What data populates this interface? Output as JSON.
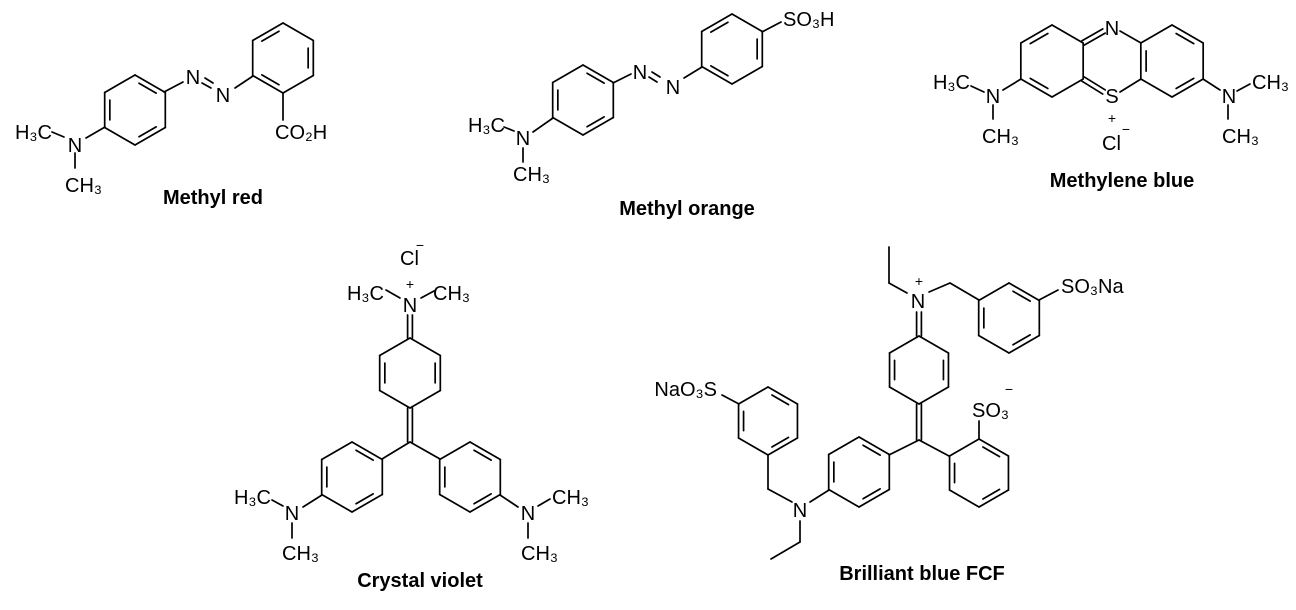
{
  "molecules": [
    {
      "name": "Methyl red",
      "labels": [
        "H₃C",
        "N",
        "CH₃",
        "N",
        "N",
        "CO₂H"
      ]
    },
    {
      "name": "Methyl orange",
      "labels": [
        "H₃C",
        "N",
        "CH₃",
        "N",
        "N",
        "SO₃H"
      ]
    },
    {
      "name": "Methylene blue",
      "labels": [
        "H₃C",
        "N",
        "CH₃",
        "N",
        "S",
        "+",
        "Cl",
        "−",
        "N",
        "CH₃",
        "CH₃"
      ]
    },
    {
      "name": "Crystal violet",
      "labels": [
        "Cl",
        "−",
        "+",
        "N",
        "H₃C",
        "CH₃",
        "N",
        "H₃C",
        "CH₃",
        "N",
        "CH₃",
        "CH₃"
      ]
    },
    {
      "name": "Brilliant blue FCF",
      "labels": [
        "N",
        "+",
        "SO₃Na",
        "NaO₃S",
        "SO₃",
        "−",
        "N"
      ]
    }
  ],
  "colors": {
    "ink": "#000000",
    "background": "#ffffff"
  }
}
